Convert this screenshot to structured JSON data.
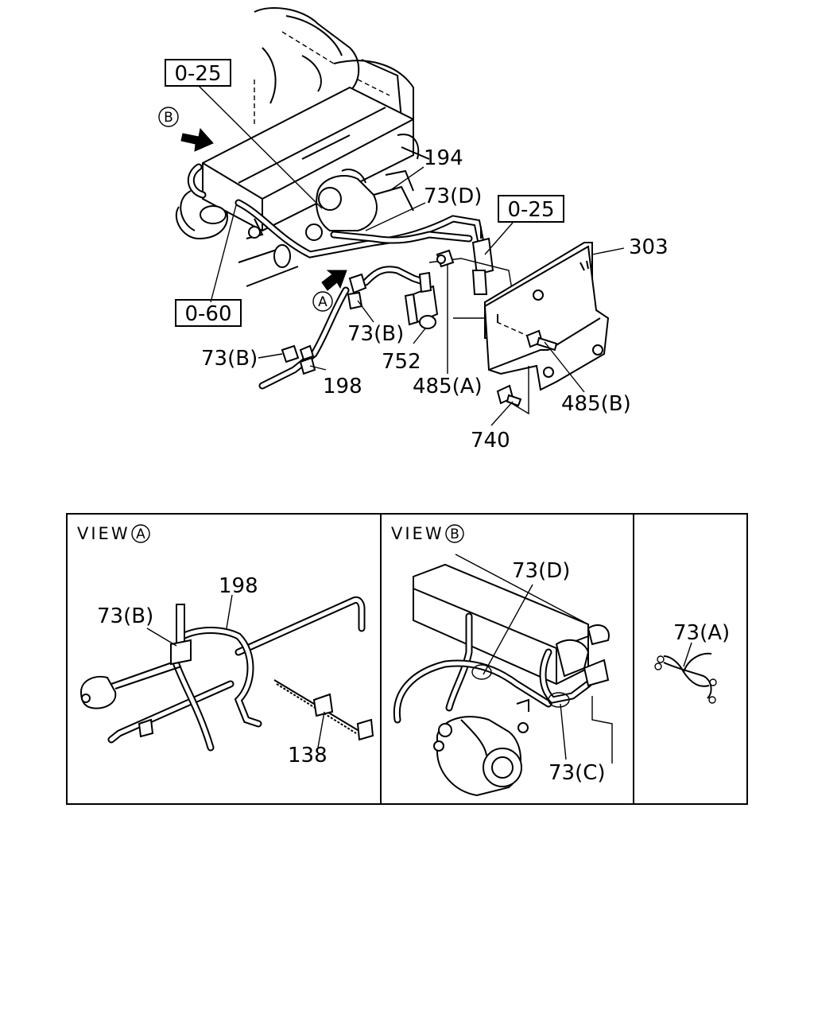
{
  "top": {
    "refs": {
      "ref_025_left": "0-25",
      "ref_025_right": "0-25",
      "ref_060": "0-60"
    },
    "view_markers": {
      "b": "B",
      "a": "A"
    },
    "callouts": {
      "c194": "194",
      "c73d": "73(D)",
      "c303": "303",
      "c73b_upper": "73(B)",
      "c752": "752",
      "c485a": "485(A)",
      "c73b_lower": "73(B)",
      "c198": "198",
      "c485b": "485(B)",
      "c740": "740"
    }
  },
  "panels": {
    "view_a": {
      "title": "VIEW",
      "marker": "A",
      "callouts": {
        "c198": "198",
        "c73b": "73(B)",
        "c138": "138"
      }
    },
    "view_b": {
      "title": "VIEW",
      "marker": "B",
      "callouts": {
        "c73d": "73(D)",
        "c73c": "73(C)"
      }
    },
    "detail": {
      "callouts": {
        "c73a": "73(A)"
      }
    }
  }
}
